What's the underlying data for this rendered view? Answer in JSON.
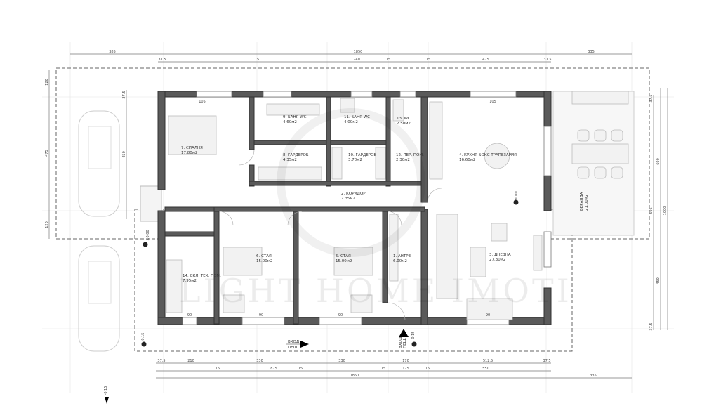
{
  "plan": {
    "rooms": [
      {
        "label": "1. АНТРЕ",
        "area": "6.00м2"
      },
      {
        "label": "2. КОРИДОР",
        "area": "7.35м2"
      },
      {
        "label": "3. ДНЕВНА",
        "area": "27.30м2"
      },
      {
        "label": "4. КУХНЯ БОКС ТРАПЕЗАРИЯ",
        "area": "16.60м2"
      },
      {
        "label": "5. СТАЯ",
        "area": "15.00м2"
      },
      {
        "label": "6. СТАЯ",
        "area": "15.00м2"
      },
      {
        "label": "7. СПАЛНЯ",
        "area": "17.80м2"
      },
      {
        "label": "8. ГАРДЕРОБ",
        "area": "4.35м2"
      },
      {
        "label": "9. БАНЯ WC",
        "area": "4.60м2"
      },
      {
        "label": "10. ГАРДЕРОБ",
        "area": "3.70м2"
      },
      {
        "label": "11. БАНЯ WC",
        "area": "4.00м2"
      },
      {
        "label": "12. ПЕР. ПОМ.",
        "area": "2.30м2"
      },
      {
        "label": "13. WC",
        "area": "2.50м2"
      },
      {
        "label": "14. СКЛ. ТЕХ. ПОМ.",
        "area": "7.95м2"
      }
    ],
    "veranda": {
      "label": "ВЕРАНДА",
      "area": "21.00м2"
    },
    "entrances": [
      {
        "label": "ВХОД",
        "sub": "ПЕШ."
      },
      {
        "label": "ВХОД",
        "sub": "ПЕШ."
      }
    ],
    "levels": [
      "-0.15",
      "-0.15",
      "-0.15",
      "±0.00",
      "±0.00"
    ],
    "watermark": "LIGHT HOME IMOTI"
  },
  "dimensions": {
    "top_row1": [
      "385",
      "1850",
      "335"
    ],
    "top_row2": [
      "37.5",
      "15",
      "240",
      "15",
      "15",
      "475",
      "37.5"
    ],
    "bottom_row1": [
      "37.5",
      "210",
      "330",
      "330",
      "170",
      "512.5",
      "37.5"
    ],
    "bottom_row2": [
      "15",
      "875",
      "15",
      "15",
      "125",
      "15",
      "550"
    ],
    "bottom_row3": [
      "1850",
      "335"
    ],
    "right": [
      "37.5",
      "505",
      "37.5",
      "600",
      "450",
      "1000"
    ],
    "left": [
      "120",
      "475",
      "120",
      "37.5",
      "450"
    ],
    "window_widths": [
      "105",
      "105",
      "90",
      "90",
      "90",
      "90"
    ]
  }
}
